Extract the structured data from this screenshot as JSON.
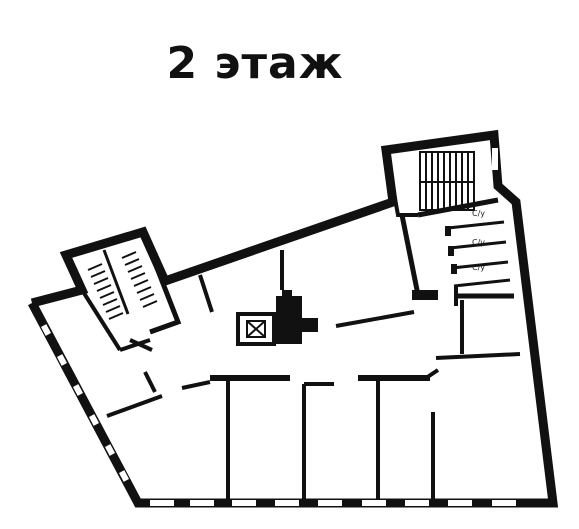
{
  "title": "2 этаж",
  "labels": {
    "wc_1": "С/у",
    "wc_2": "С/у",
    "wc_3": "С/у"
  },
  "colors": {
    "wall": "#111111",
    "background": "#ffffff"
  }
}
